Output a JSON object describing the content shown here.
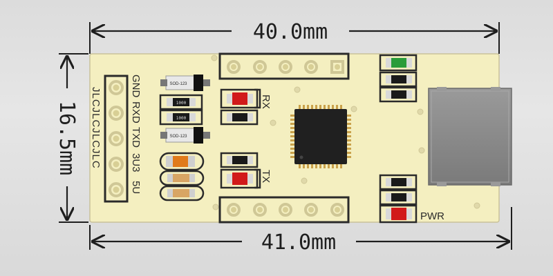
{
  "dimensions": {
    "top_width": "40.0mm",
    "bottom_width": "41.0mm",
    "height": "16.5mm"
  },
  "board": {
    "header_labels": [
      "GND",
      "RXD",
      "TXD",
      "3U3",
      "5U"
    ],
    "brand_text": "JLCJLCJLCJLC",
    "diode_label": "SOD-123",
    "led_labels": {
      "rx": "RX",
      "tx": "TX",
      "pwr": "PWR"
    },
    "resistor_code": "1000",
    "colors": {
      "board": "#f4efc0",
      "chip": "#202020",
      "led_red": "#d11a1a",
      "led_green": "#2a9c3a",
      "usb_connector": "#8c8c8c"
    }
  }
}
